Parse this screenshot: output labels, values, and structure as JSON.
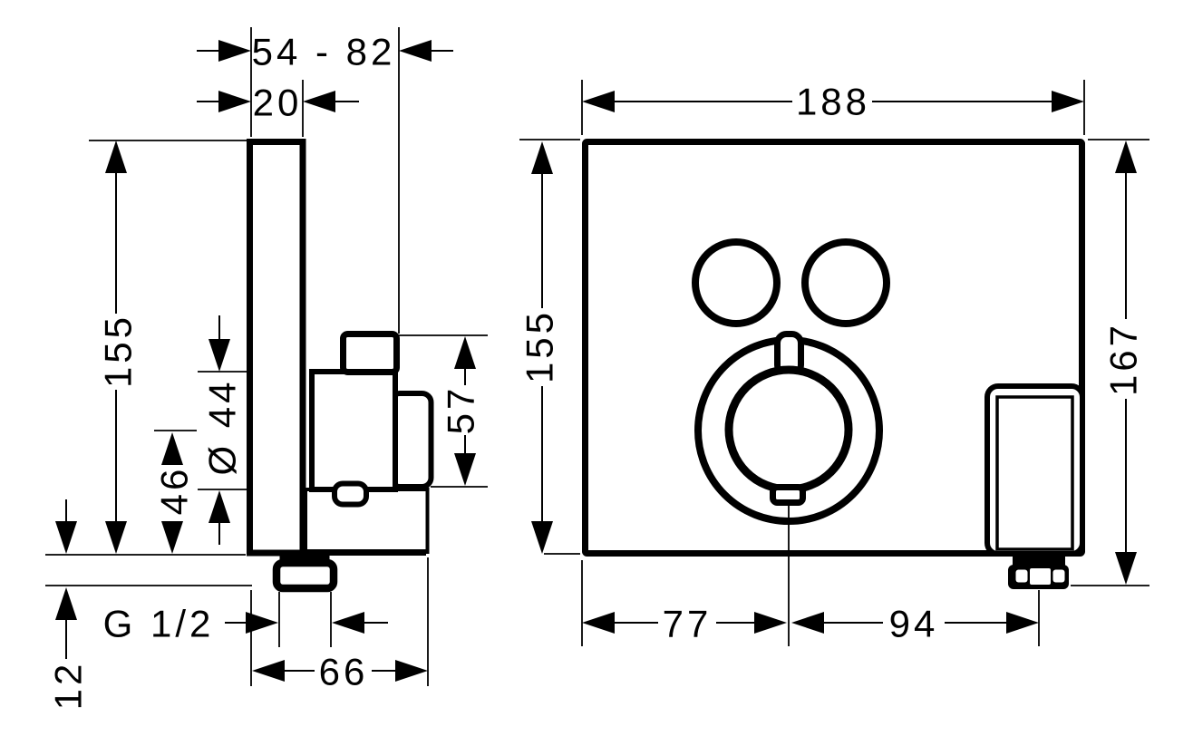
{
  "colors": {
    "background": "#ffffff",
    "ink": "#000000"
  },
  "side_view": {
    "dims": {
      "depth_range": "54 - 82",
      "plate_thickness": "20",
      "height": "155",
      "knob_diameter": "Ø 44",
      "axis_to_bottom": "46",
      "function_block_height": "57",
      "thread": "G 1/2",
      "outlet_drop": "12",
      "depth": "66"
    }
  },
  "front_view": {
    "dims": {
      "width": "188",
      "height": "155",
      "height_overall": "167",
      "edge_to_axis": "77",
      "axis_to_outlet": "94"
    }
  }
}
